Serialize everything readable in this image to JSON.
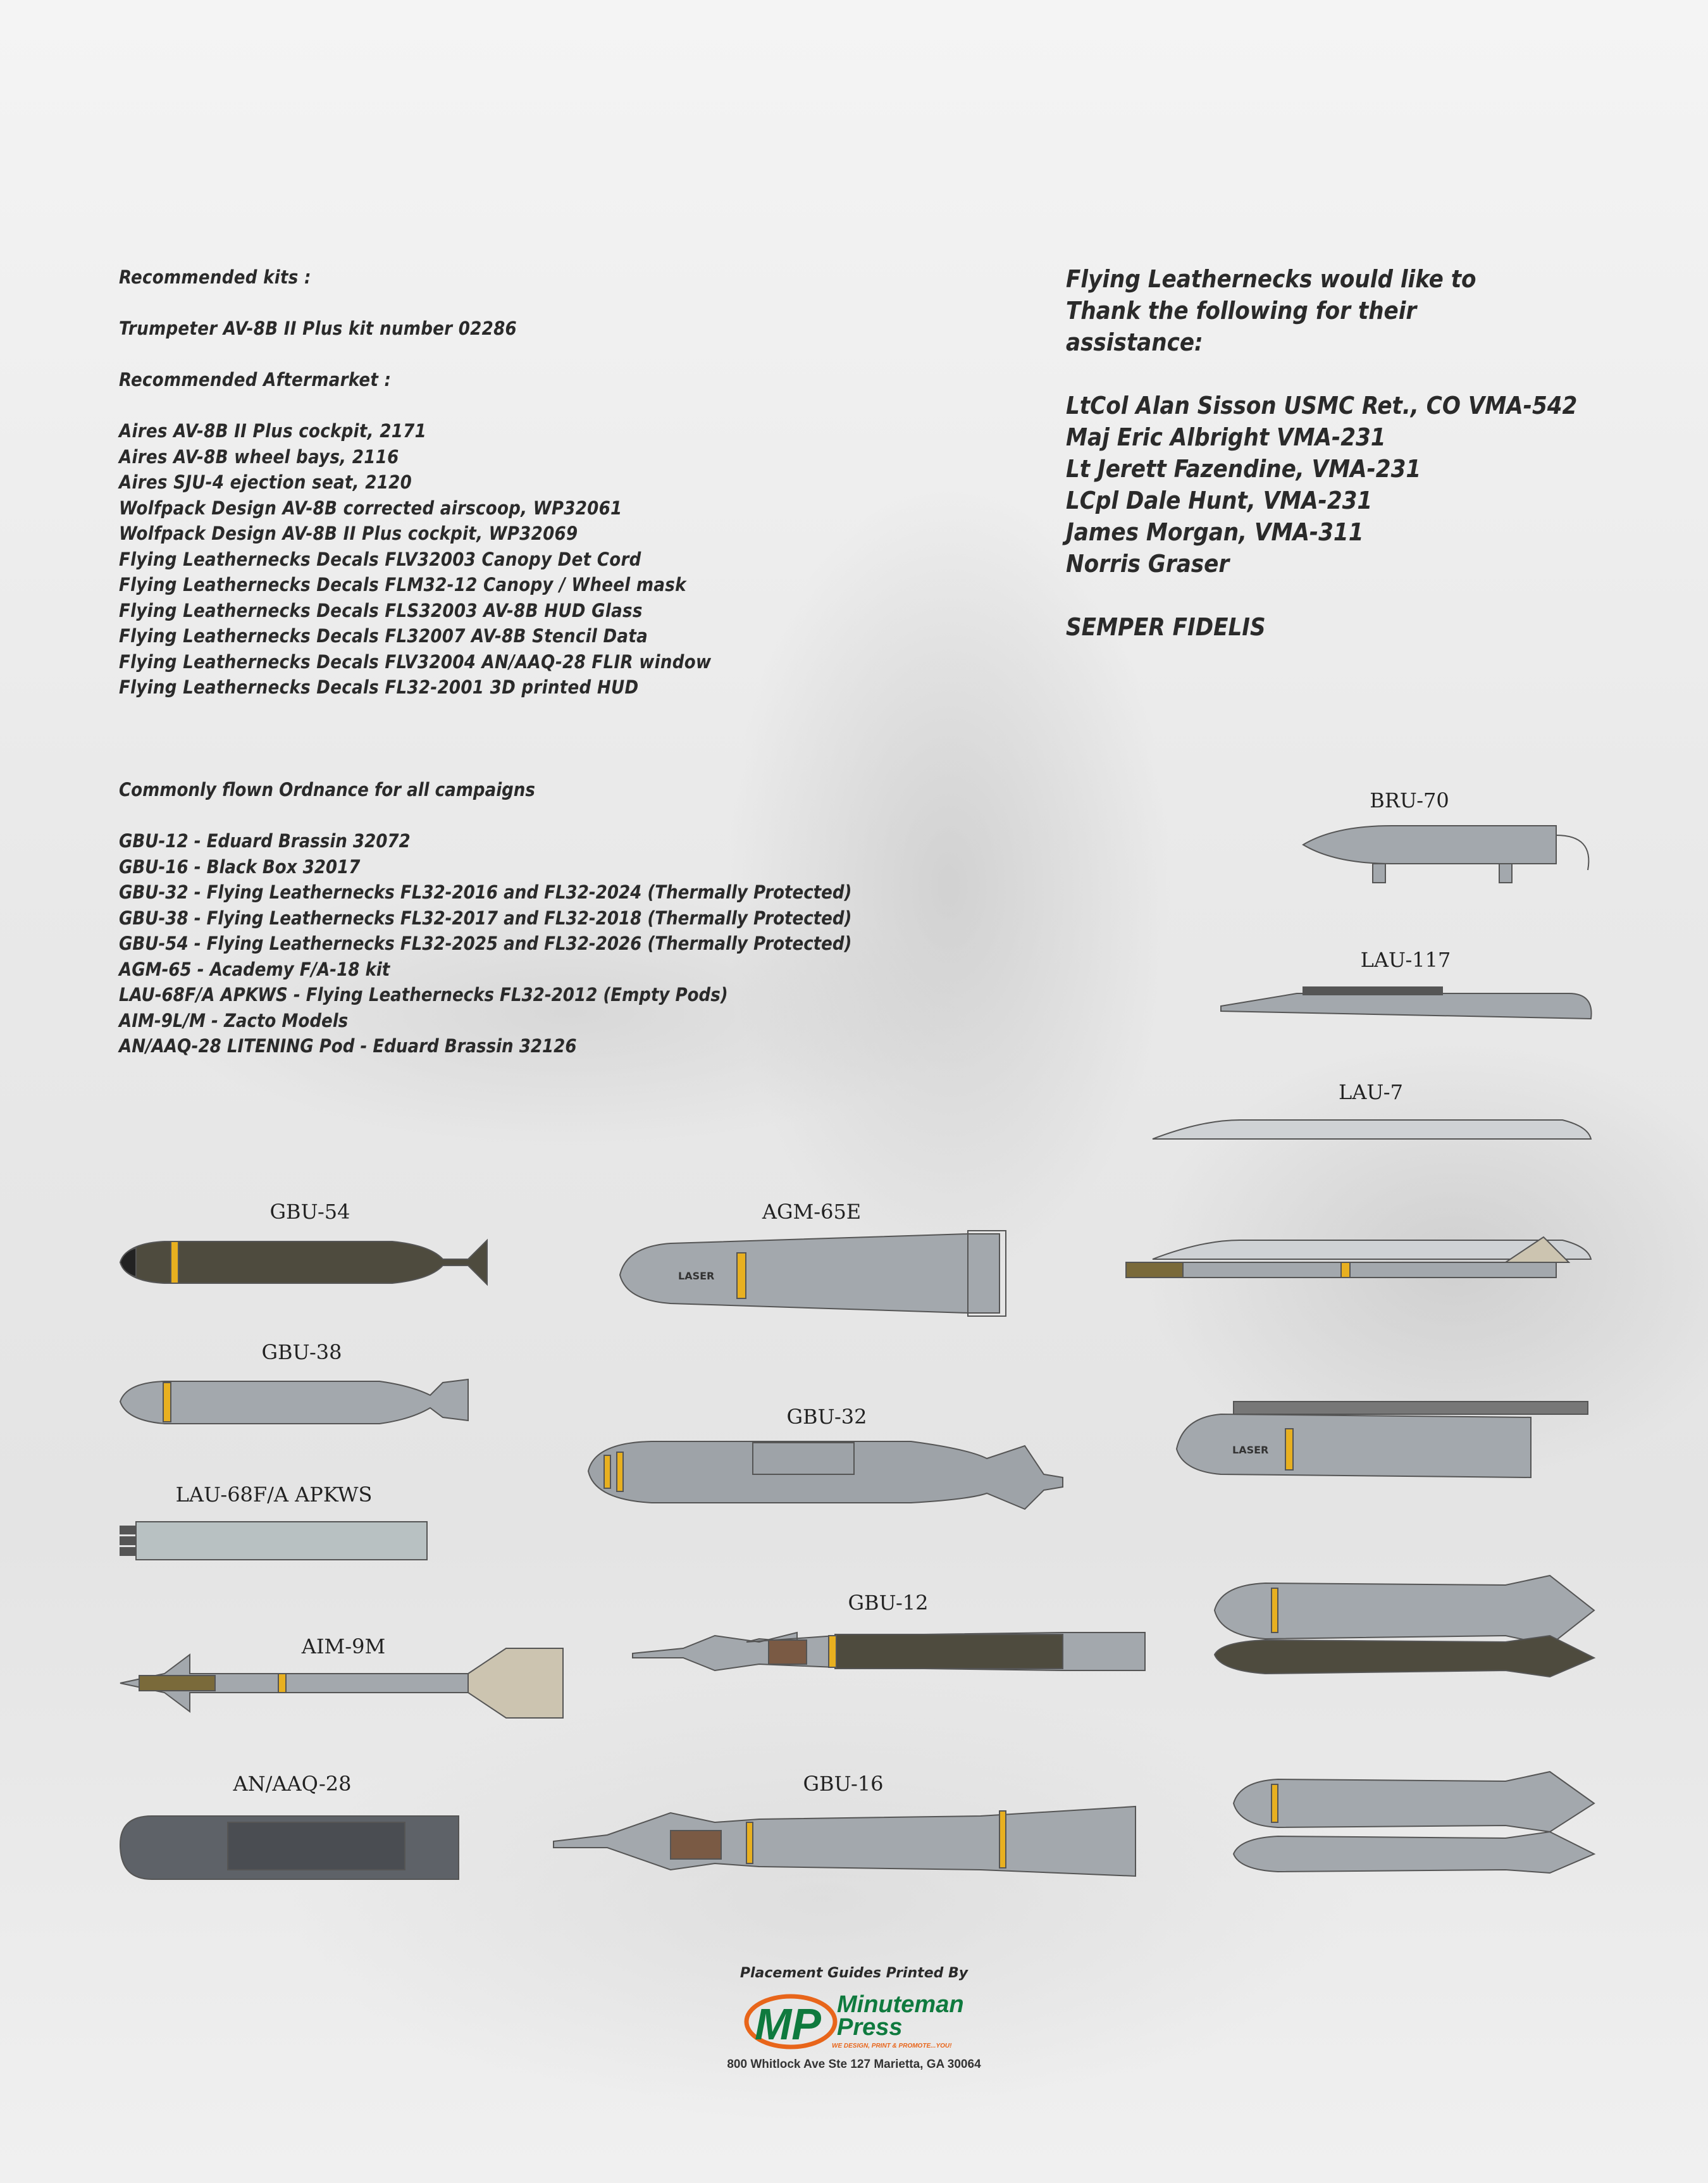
{
  "recommended": {
    "kits_heading": "Recommended kits :",
    "kit": "Trumpeter AV-8B II Plus kit number 02286",
    "aftermarket_heading": "Recommended Aftermarket :",
    "aftermarket": [
      "Aires AV-8B II Plus cockpit, 2171",
      "Aires AV-8B wheel bays, 2116",
      "Aires SJU-4 ejection seat, 2120",
      "Wolfpack Design AV-8B corrected airscoop, WP32061",
      "Wolfpack Design AV-8B II Plus cockpit, WP32069",
      "Flying Leathernecks Decals FLV32003 Canopy Det Cord",
      "Flying Leathernecks Decals FLM32-12 Canopy / Wheel mask",
      "Flying Leathernecks Decals FLS32003 AV-8B HUD Glass",
      "Flying Leathernecks Decals FL32007 AV-8B Stencil Data",
      "Flying Leathernecks Decals FLV32004 AN/AAQ-28 FLIR window",
      "Flying Leathernecks Decals FL32-2001 3D printed HUD"
    ]
  },
  "thanks": {
    "heading": [
      "Flying Leathernecks would like to",
      "Thank the following for their",
      "assistance:"
    ],
    "names": [
      "LtCol Alan Sisson USMC Ret., CO VMA-542",
      "Maj Eric Albright VMA-231",
      "Lt Jerett Fazendine, VMA-231",
      "LCpl Dale Hunt, VMA-231",
      "James Morgan, VMA-311",
      "Norris Graser"
    ],
    "closing": "SEMPER FIDELIS"
  },
  "ordnance": {
    "heading": "Commonly flown Ordnance for all campaigns",
    "items": [
      "GBU-12 - Eduard Brassin 32072",
      "GBU-16 - Black Box 32017",
      "GBU-32 - Flying Leathernecks FL32-2016 and FL32-2024 (Thermally Protected)",
      "GBU-38 - Flying Leathernecks FL32-2017 and FL32-2018 (Thermally Protected)",
      "GBU-54 - Flying Leathernecks FL32-2025 and FL32-2026 (Thermally Protected)",
      "AGM-65 - Academy F/A-18 kit",
      "LAU-68F/A APKWS - Flying Leathernecks FL32-2012 (Empty Pods)",
      "AIM-9L/M - Zacto Models",
      "AN/AAQ-28 LITENING Pod - Eduard Brassin 32126"
    ]
  },
  "labels": {
    "bru70": "BRU-70",
    "lau117": "LAU-117",
    "lau7": "LAU-7",
    "gbu54": "GBU-54",
    "agm65e": "AGM-65E",
    "gbu38": "GBU-38",
    "gbu32": "GBU-32",
    "lau68": "LAU-68F/A APKWS",
    "gbu12": "GBU-12",
    "aim9m": "AIM-9M",
    "anaaq28": "AN/AAQ-28",
    "gbu16": "GBU-16",
    "laser": "LASER"
  },
  "footer": {
    "printed_by": "Placement Guides Printed By",
    "logo_name": "Minuteman Press",
    "logo_line1": "Minuteman",
    "logo_line2": "Press",
    "tagline": "WE DESIGN, PRINT & PROMOTE...YOU!",
    "address": "800 Whitlock Ave Ste 127 Marietta, GA 30064"
  },
  "colors": {
    "body_grey": "#a3a8ad",
    "olive": "#4e4b3e",
    "yellow": "#e8b020",
    "brand_green": "#0f7a3e",
    "brand_orange": "#e8651a"
  }
}
